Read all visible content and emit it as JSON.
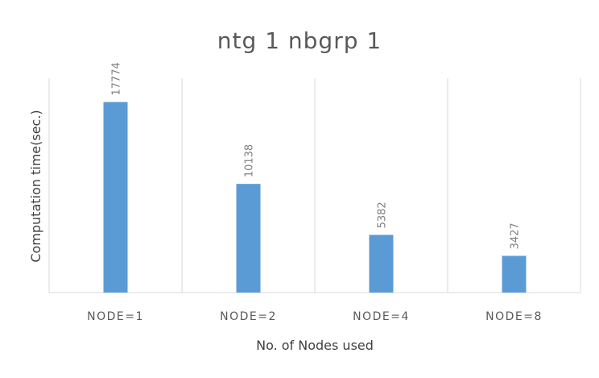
{
  "chart_data": {
    "type": "bar",
    "title": "ntg 1 nbgrp 1",
    "xlabel": "No. of Nodes used",
    "ylabel": "Computation time(sec.)",
    "categories": [
      "NODE=1",
      "NODE=2",
      "NODE=4",
      "NODE=8"
    ],
    "values": [
      17774,
      10138,
      5382,
      3427
    ],
    "data_labels": [
      "17774",
      "10138",
      "5382",
      "3427"
    ],
    "ylim": [
      0,
      20000
    ],
    "grid": "vertical category separators",
    "legend": "none",
    "bar_color": "#5b9bd5",
    "grid_color": "#d9d9d9"
  }
}
